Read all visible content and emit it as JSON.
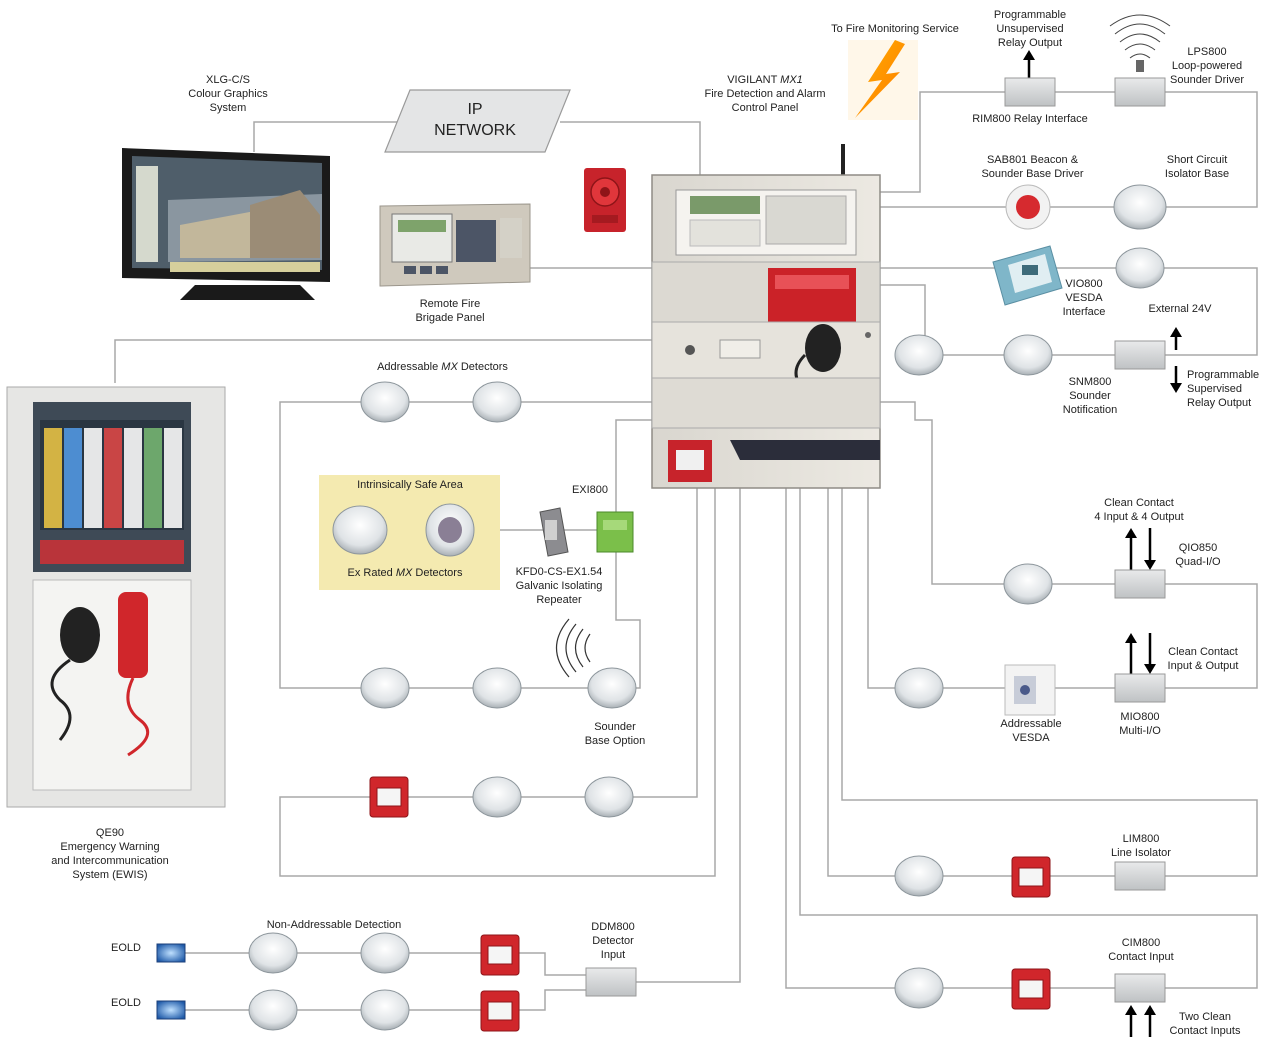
{
  "labels": {
    "xlg_line1": "XLG-C/S",
    "xlg_line2": "Colour Graphics",
    "xlg_line3": "System",
    "ip_line1": "IP",
    "ip_line2": "NETWORK",
    "panel_line1_a": "VIGILANT ",
    "panel_line1_b": "MX1",
    "panel_line2": "Fire Detection and Alarm",
    "panel_line3": "Control Panel",
    "fire_monitoring": "To Fire Monitoring Service",
    "relay_out_line1": "Programmable",
    "relay_out_line2": "Unsupervised",
    "relay_out_line3": "Relay Output",
    "lps_line1": "LPS800",
    "lps_line2": "Loop-powered",
    "lps_line3": "Sounder Driver",
    "rim": "RIM800 Relay Interface",
    "sab_line1": "SAB801 Beacon &",
    "sab_line2": "Sounder Base Driver",
    "sci_line1": "Short Circuit",
    "sci_line2": "Isolator Base",
    "vio_line1": "VIO800",
    "vio_line2": "VESDA",
    "vio_line3": "Interface",
    "ext24": "External 24V",
    "prog_sup_line1": "Programmable",
    "prog_sup_line2": "Supervised",
    "prog_sup_line3": "Relay Output",
    "snm_line1": "SNM800",
    "snm_line2": "Sounder",
    "snm_line3": "Notification",
    "remote_line1": "Remote Fire",
    "remote_line2": "Brigade Panel",
    "addr_mx_a": "Addressable ",
    "addr_mx_b": "MX",
    "addr_mx_c": " Detectors",
    "intrinsic": "Intrinsically Safe Area",
    "exrated_a": "Ex Rated ",
    "exrated_b": "MX",
    "exrated_c": " Detectors",
    "exi": "EXI800",
    "kfd_line1": "KFD0-CS-EX1.54",
    "kfd_line2": "Galvanic Isolating",
    "kfd_line3": "Repeater",
    "clean44_line1": "Clean Contact",
    "clean44_line2": "4 Input & 4 Output",
    "qio_line1": "QIO850",
    "qio_line2": "Quad-I/O",
    "clean_io_line1": "Clean Contact",
    "clean_io_line2": "Input & Output",
    "addr_vesda_line1": "Addressable",
    "addr_vesda_line2": "VESDA",
    "mio_line1": "MIO800",
    "mio_line2": "Multi-I/O",
    "sounder_line1": "Sounder",
    "sounder_line2": "Base Option",
    "qe_line1": "QE90",
    "qe_line2": "Emergency Warning",
    "qe_line3": "and Intercommunication",
    "qe_line4": "System (EWIS)",
    "lim_line1": "LIM800",
    "lim_line2": "Line Isolator",
    "nonaddr": "Non-Addressable Detection",
    "ddm_line1": "DDM800",
    "ddm_line2": "Detector",
    "ddm_line3": "Input",
    "eold1": "EOLD",
    "eold2": "EOLD",
    "cim_line1": "CIM800",
    "cim_line2": "Contact Input",
    "two_clean_line1": "Two Clean",
    "two_clean_line2": "Contact Inputs"
  },
  "colors": {
    "wire": "#a8a8a8",
    "device_red": "#d0262b",
    "intrinsic_bg": "#f4eab0",
    "eold_blue": "#2f6fc4",
    "module_grey": "#cfd1d3"
  }
}
